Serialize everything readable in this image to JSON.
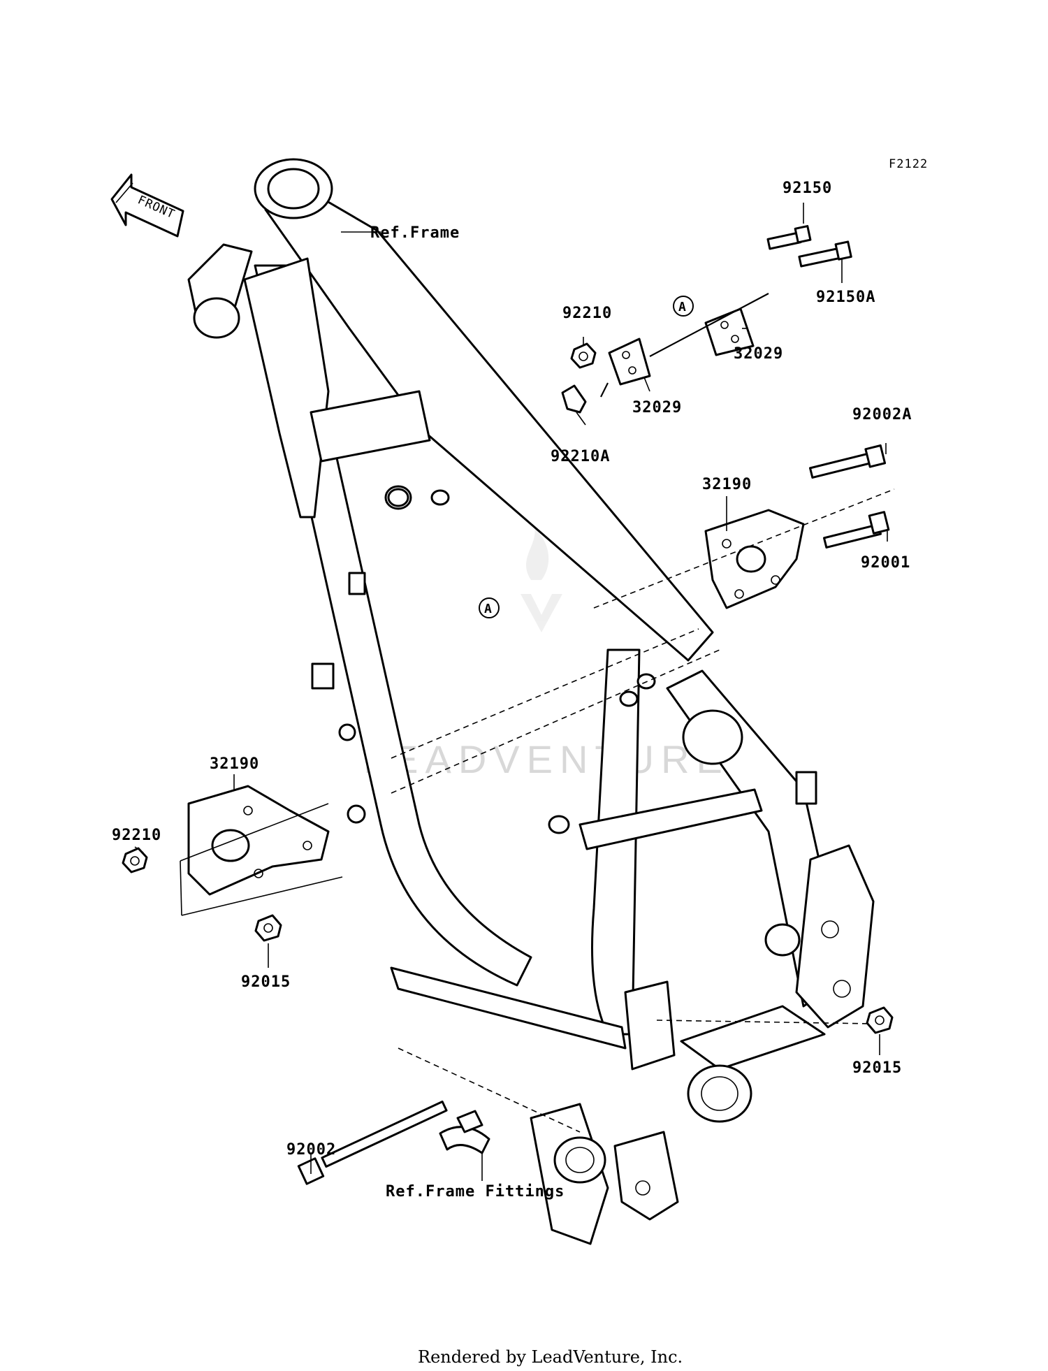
{
  "diagram": {
    "code": "F2122",
    "front_label": "FRONT",
    "ref_frame": "Ref.Frame",
    "ref_frame_fittings": "Ref.Frame Fittings",
    "marker_a": "A",
    "watermark": "LEADVENTURE",
    "footer": "Rendered by LeadVenture, Inc.",
    "parts": [
      "92150",
      "92150A",
      "92210",
      "32029",
      "32029",
      "92210A",
      "92002A",
      "32190",
      "92001",
      "32190",
      "92210",
      "92015",
      "92015",
      "92002"
    ]
  }
}
